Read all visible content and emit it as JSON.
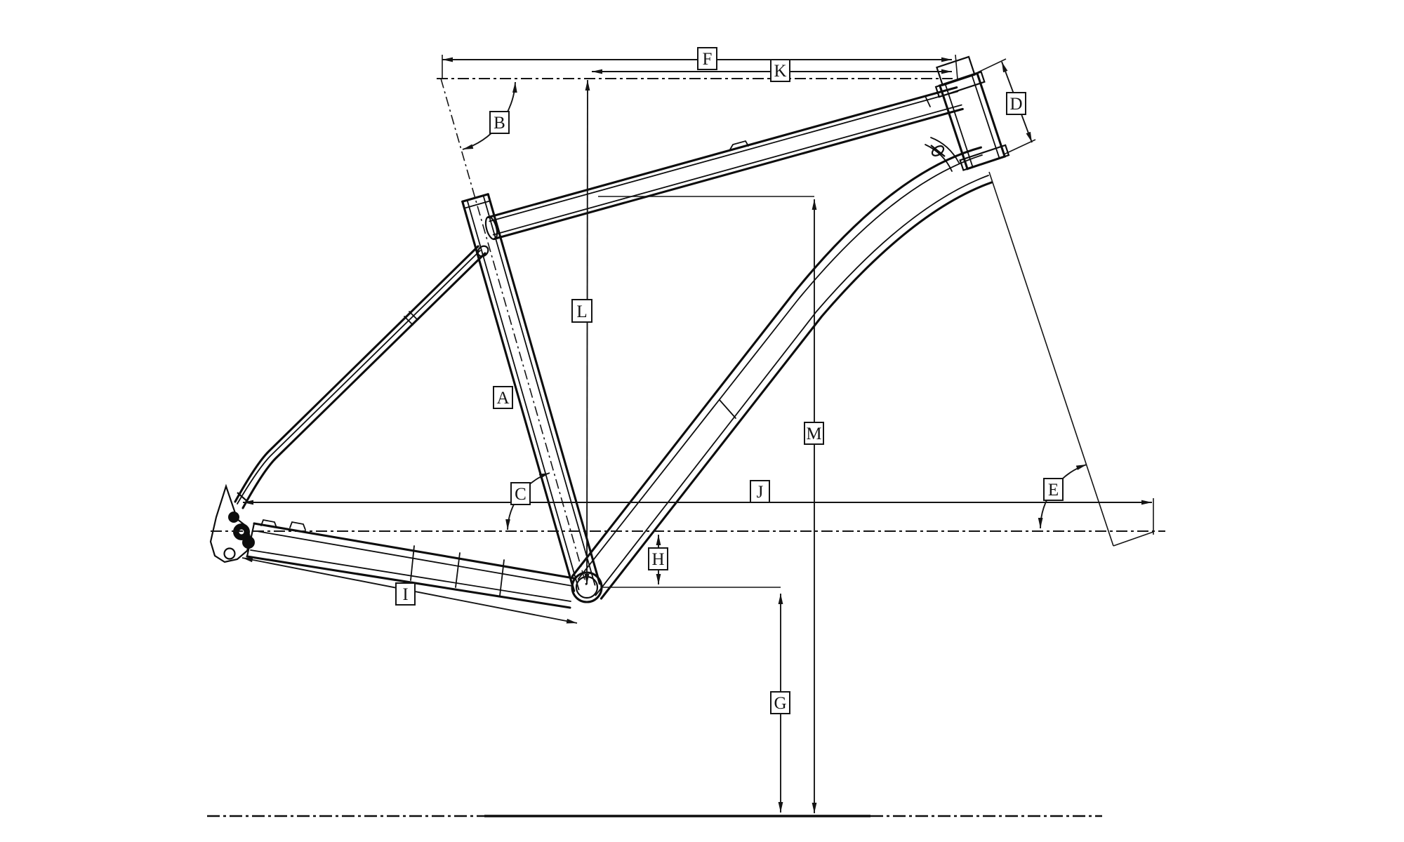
{
  "diagram": {
    "labels": {
      "A": "A",
      "B": "B",
      "C": "C",
      "D": "D",
      "E": "E",
      "F": "F",
      "G": "G",
      "H": "H",
      "I": "I",
      "J": "J",
      "K": "K",
      "L": "L",
      "M": "M"
    }
  },
  "colors": {
    "background": "#ffffff",
    "ink": "#141414"
  }
}
